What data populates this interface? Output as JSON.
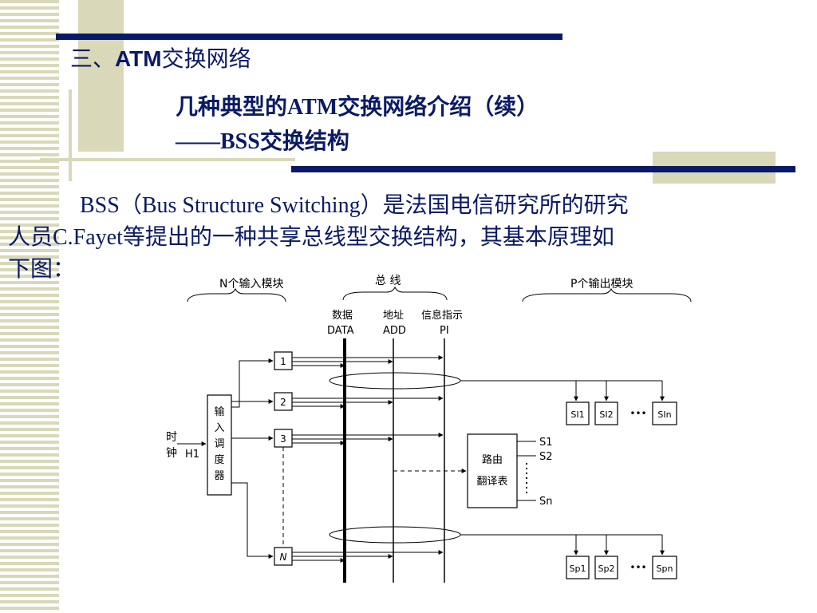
{
  "slide": {
    "section_title_prefix": "三、",
    "section_title_bold": "ATM",
    "section_title_suffix": "交换网络",
    "subtitle_line1": "几种典型的ATM交换网络介绍（续）",
    "subtitle_line2": "——BSS交换结构",
    "paragraph_line1": "BSS（Bus Structure Switching）是法国电信研究所的研究",
    "paragraph_line2": "人员C.Fayet等提出的一种共享总线型交换结构，其基本原理如",
    "paragraph_line3": "下图："
  },
  "colors": {
    "accent": "#0a1a66",
    "stripe": "#d9d8b8"
  },
  "diagram": {
    "label_input_modules": "N个输入模块",
    "label_bus": "总  线",
    "label_output_modules": "P个输出模块",
    "bus_data_cn": "数据",
    "bus_data_en": "DATA",
    "bus_addr_cn": "地址",
    "bus_addr_en": "ADD",
    "bus_pi_cn": "信息指示",
    "bus_pi_en": "PI",
    "clock_line1": "时",
    "clock_line2": "钟",
    "clock_signal": "H1",
    "scheduler_chars": [
      "输",
      "入",
      "调",
      "度",
      "器"
    ],
    "input_modules": [
      "1",
      "2",
      "3",
      "N"
    ],
    "router_line1": "路由",
    "router_line2": "翻译表",
    "route_outputs": [
      "S1",
      "S2",
      "Sn"
    ],
    "si_modules": [
      "SI1",
      "SI2",
      "SIn"
    ],
    "sp_modules": [
      "Sp1",
      "Sp2",
      "Spn"
    ],
    "ellipsis": "•••"
  }
}
